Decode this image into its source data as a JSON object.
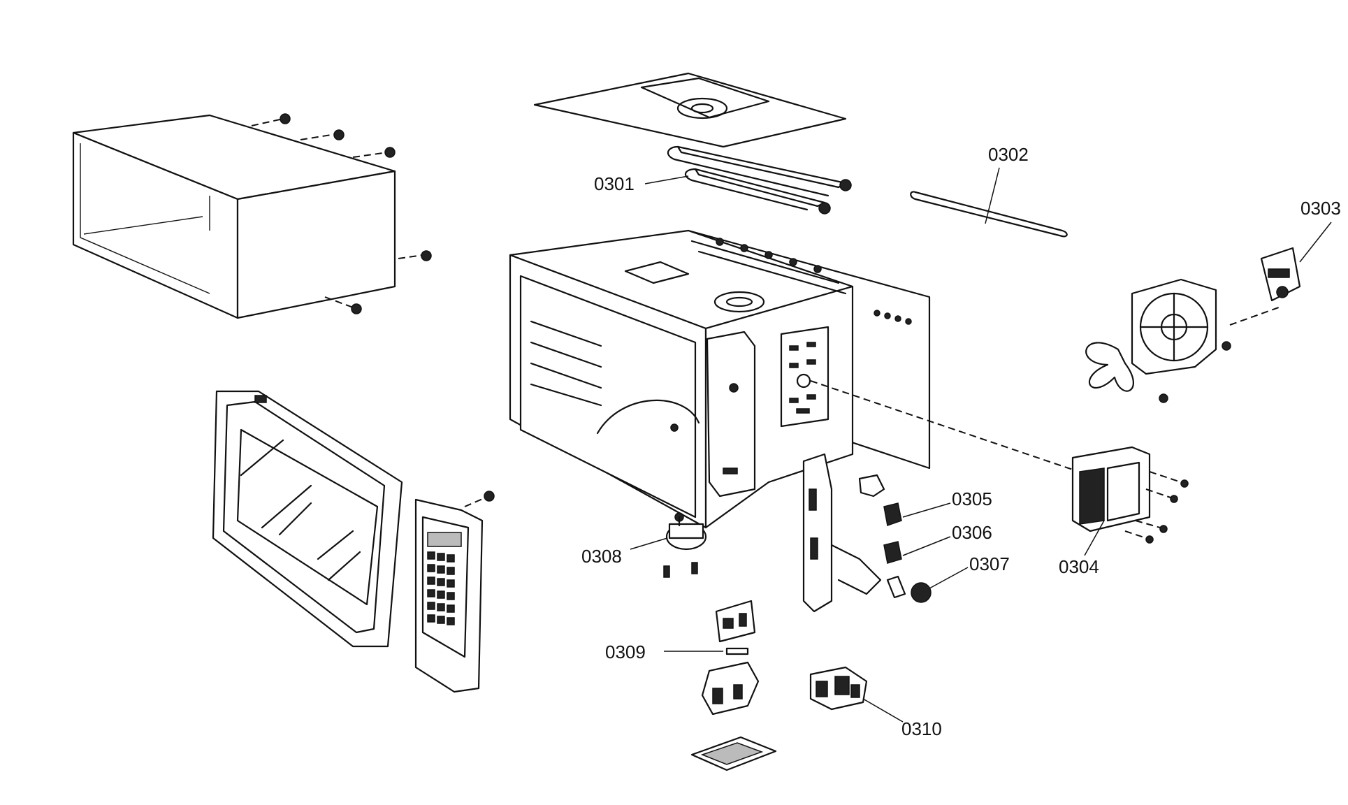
{
  "callouts": [
    {
      "id": "0301",
      "text": "0301"
    },
    {
      "id": "0302",
      "text": "0302"
    },
    {
      "id": "0303",
      "text": "0303"
    },
    {
      "id": "0304",
      "text": "0304"
    },
    {
      "id": "0305",
      "text": "0305"
    },
    {
      "id": "0306",
      "text": "0306"
    },
    {
      "id": "0307",
      "text": "0307"
    },
    {
      "id": "0308",
      "text": "0308"
    },
    {
      "id": "0309",
      "text": "0309"
    },
    {
      "id": "0310",
      "text": "0310"
    }
  ]
}
